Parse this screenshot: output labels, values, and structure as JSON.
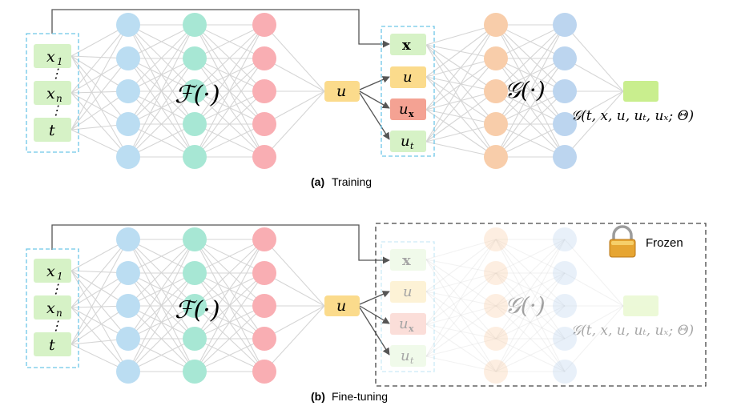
{
  "panels": [
    {
      "id": "a",
      "caption_letter": "(a)",
      "caption_text": "Training",
      "inputs": [
        "x",
        "1",
        "x",
        "n",
        "t"
      ],
      "F_label": "ℱ(·)",
      "u_label": "u",
      "derivs": [
        "x",
        "u",
        "u",
        "x",
        "u",
        "t"
      ],
      "G_label": "𝒢(·)",
      "output_expr": "𝒢(t, x, u, uₜ, uₓ; Θ)",
      "frozen": false
    },
    {
      "id": "b",
      "caption_letter": "(b)",
      "caption_text": "Fine-tuning",
      "inputs": [
        "x",
        "1",
        "x",
        "n",
        "t"
      ],
      "F_label": "ℱ(·)",
      "u_label": "u",
      "derivs": [
        "x",
        "u",
        "u",
        "x",
        "u",
        "t"
      ],
      "G_label": "𝒢(·)",
      "output_expr": "𝒢(t, x, u, uₜ, uₓ; Θ)",
      "frozen": true,
      "frozen_label": "Frozen",
      "lock_icon": "lock-icon"
    }
  ],
  "colors": {
    "blue_node": "#BBDDF2",
    "teal_node": "#A7E7D4",
    "pink_node": "#F9AEB3",
    "orange_node": "#F8CDAA",
    "blue2_node": "#BCD5EF",
    "green_box": "#D6F2C6",
    "yellow_box": "#FBDB8C",
    "red_box": "#F4A293",
    "edge": "#D5D5D5",
    "dashed_blue": "#6EC6E8",
    "out_box": "#C9EE8E"
  }
}
